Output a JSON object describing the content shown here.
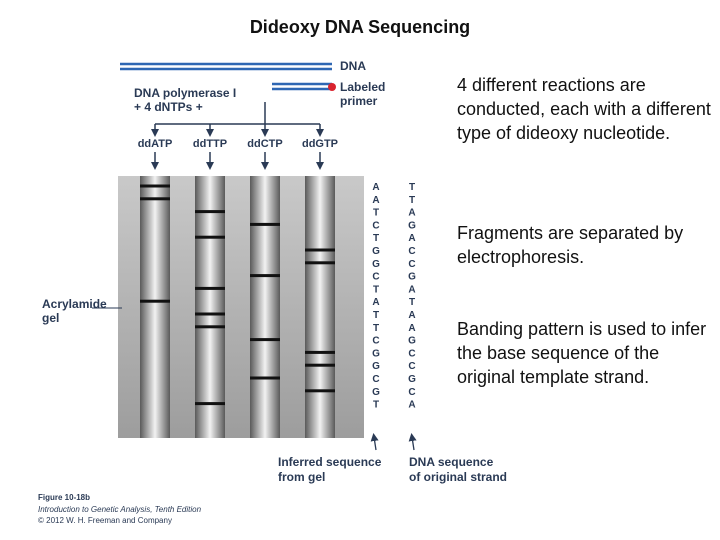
{
  "title": "Dideoxy DNA Sequencing",
  "figure": {
    "dna_label": "DNA",
    "labeled_primer_label": [
      "Labeled",
      "primer"
    ],
    "polymerase_label": [
      "DNA polymerase I",
      "+ 4 dNTPs +"
    ],
    "lanes": [
      "ddATP",
      "ddTTP",
      "ddCTP",
      "ddGTP"
    ],
    "gel_label": [
      "Acrylamide",
      "gel"
    ],
    "inferred_sequence": [
      "A",
      "A",
      "T",
      "C",
      "T",
      "G",
      "G",
      "C",
      "T",
      "A",
      "T",
      "T",
      "C",
      "G",
      "G",
      "C",
      "G",
      "T"
    ],
    "original_strand": [
      "T",
      "T",
      "A",
      "G",
      "A",
      "C",
      "C",
      "G",
      "A",
      "T",
      "A",
      "A",
      "G",
      "C",
      "C",
      "G",
      "C",
      "A"
    ],
    "inferred_label": [
      "Inferred sequence",
      "from gel"
    ],
    "original_label": [
      "DNA sequence",
      "of original strand"
    ],
    "colors": {
      "dna_strand": "#2f67b3",
      "primer_dot": "#d9232e",
      "label_text": "#2a3a55",
      "band": "#111111"
    }
  },
  "caption": {
    "figure_number": "Figure 10-18b",
    "book": "Introduction to Genetic Analysis, Tenth Edition",
    "copyright": "© 2012 W. H. Freeman and Company"
  },
  "notes": [
    "4 different reactions are conducted, each with a different type of dideoxy nucleotide.",
    "Fragments are separated by electrophoresis.",
    "Banding pattern is used to infer the base sequence of the original template strand."
  ]
}
